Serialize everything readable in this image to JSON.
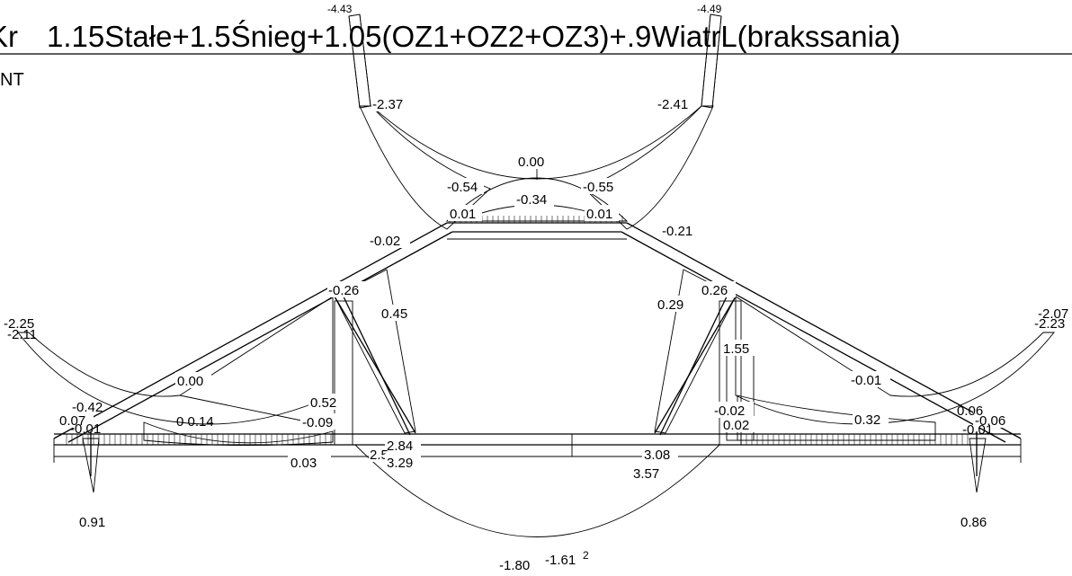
{
  "header": {
    "prefix": "Kr",
    "combination": "1.15Stałe+1.5Śnieg+1.05(OZ1+OZ2+OZ3)+.9WiatrL(brakssania)",
    "left_top_value": "-4.43",
    "right_top_value": "-4.49"
  },
  "subheader": {
    "label": "NT"
  },
  "values": [
    {
      "id": "l-top",
      "text": "-2.37"
    },
    {
      "id": "r-top",
      "text": "-2.41"
    },
    {
      "id": "apex",
      "text": "0.00"
    },
    {
      "id": "apex-l",
      "text": "-0.54"
    },
    {
      "id": "apex-r",
      "text": "-0.55"
    },
    {
      "id": "apex-mid",
      "text": "-0.34"
    },
    {
      "id": "chord-l",
      "text": "0.01"
    },
    {
      "id": "chord-r",
      "text": "0.01"
    },
    {
      "id": "rafter-l",
      "text": "-0.02"
    },
    {
      "id": "rafter-r",
      "text": "-0.21"
    },
    {
      "id": "node-l",
      "text": "-0.26"
    },
    {
      "id": "node-r",
      "text": "0.26"
    },
    {
      "id": "strut-l",
      "text": "0.45"
    },
    {
      "id": "strut-r",
      "text": "0.29"
    },
    {
      "id": "tip-l",
      "text": "-2.25"
    },
    {
      "id": "tip-l2",
      "text": "-2.11"
    },
    {
      "id": "tip-r",
      "text": "-2.23"
    },
    {
      "id": "tip-r2",
      "text": "-2.07"
    },
    {
      "id": "post-r",
      "text": "1.55"
    },
    {
      "id": "lw-1",
      "text": "0.00"
    },
    {
      "id": "lw-2",
      "text": "-0.42"
    },
    {
      "id": "lw-3",
      "text": "0.07"
    },
    {
      "id": "lw-4",
      "text": "-0.01"
    },
    {
      "id": "lw-5",
      "text": "0 0.14"
    },
    {
      "id": "lw-6",
      "text": "0.52"
    },
    {
      "id": "lw-7",
      "text": "-0.09"
    },
    {
      "id": "rw-1",
      "text": "-0.01"
    },
    {
      "id": "rw-2",
      "text": "-0.02"
    },
    {
      "id": "rw-3",
      "text": "0.02"
    },
    {
      "id": "rw-4",
      "text": "0.32"
    },
    {
      "id": "rw-5",
      "text": "-0.06"
    },
    {
      "id": "rw-6",
      "text": "-0.01"
    },
    {
      "id": "rw-7",
      "text": "0.06"
    },
    {
      "id": "beam-1",
      "text": "0.03"
    },
    {
      "id": "beam-2",
      "text": "2.84"
    },
    {
      "id": "beam-3",
      "text": "2.5"
    },
    {
      "id": "beam-4",
      "text": "3.29"
    },
    {
      "id": "beam-5",
      "text": "3.08"
    },
    {
      "id": "beam-6",
      "text": "3.57"
    },
    {
      "id": "sup-l",
      "text": "0.91"
    },
    {
      "id": "sup-r",
      "text": "0.86"
    },
    {
      "id": "bot-1",
      "text": "-1.80"
    },
    {
      "id": "bot-2",
      "text": "-1.61"
    },
    {
      "id": "bot-3",
      "text": "2"
    }
  ]
}
